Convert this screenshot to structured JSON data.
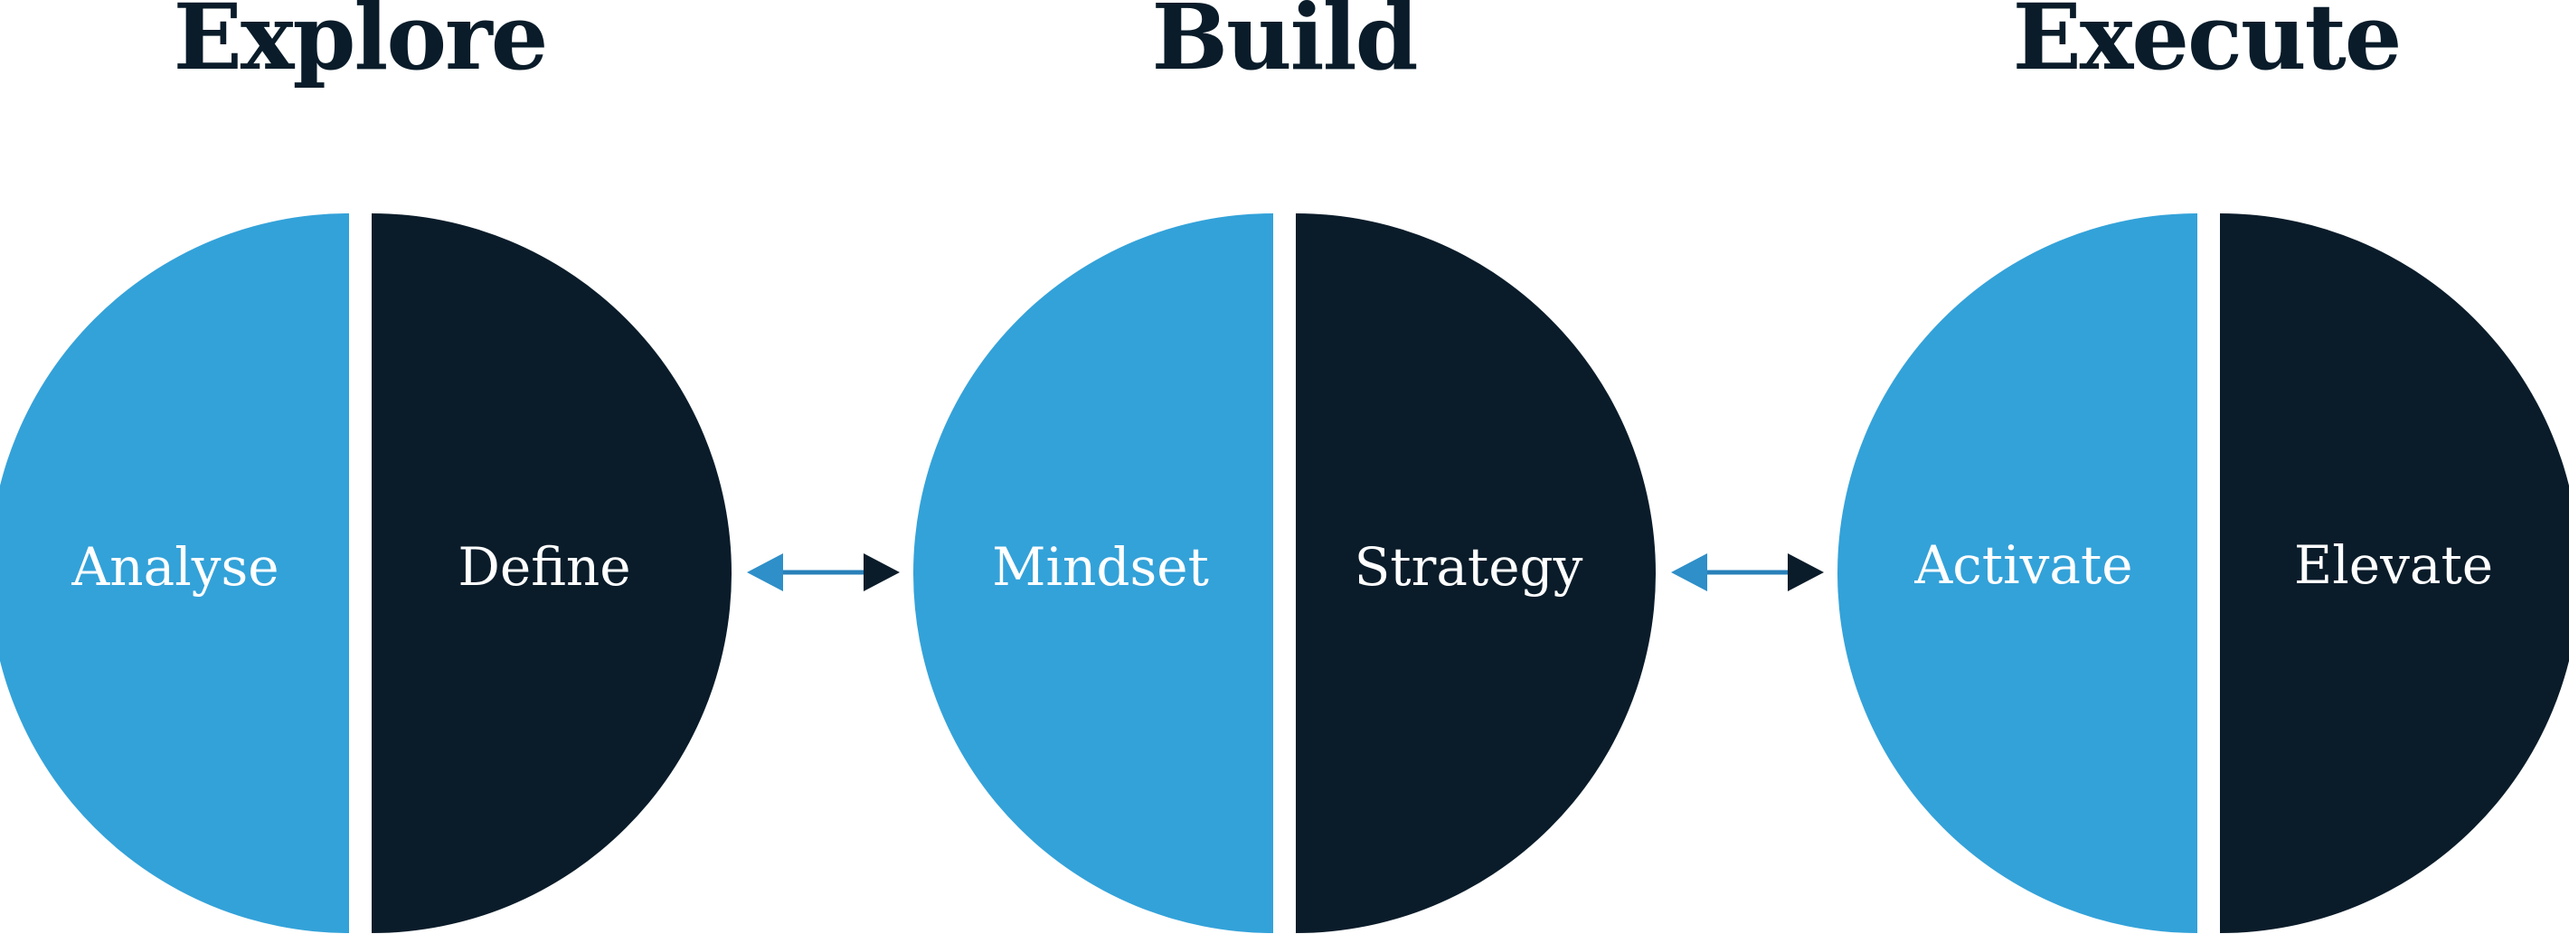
{
  "colors": {
    "light_half": "#33a2d9",
    "dark_half": "#0a1c2a",
    "title": "#0a1c2a",
    "background": "#ffffff"
  },
  "stages": [
    {
      "title": "Explore",
      "left_label": "Analyse",
      "right_label": "Define"
    },
    {
      "title": "Build",
      "left_label": "Mindset",
      "right_label": "Strategy"
    },
    {
      "title": "Execute",
      "left_label": "Activate",
      "right_label": "Elevate"
    }
  ]
}
